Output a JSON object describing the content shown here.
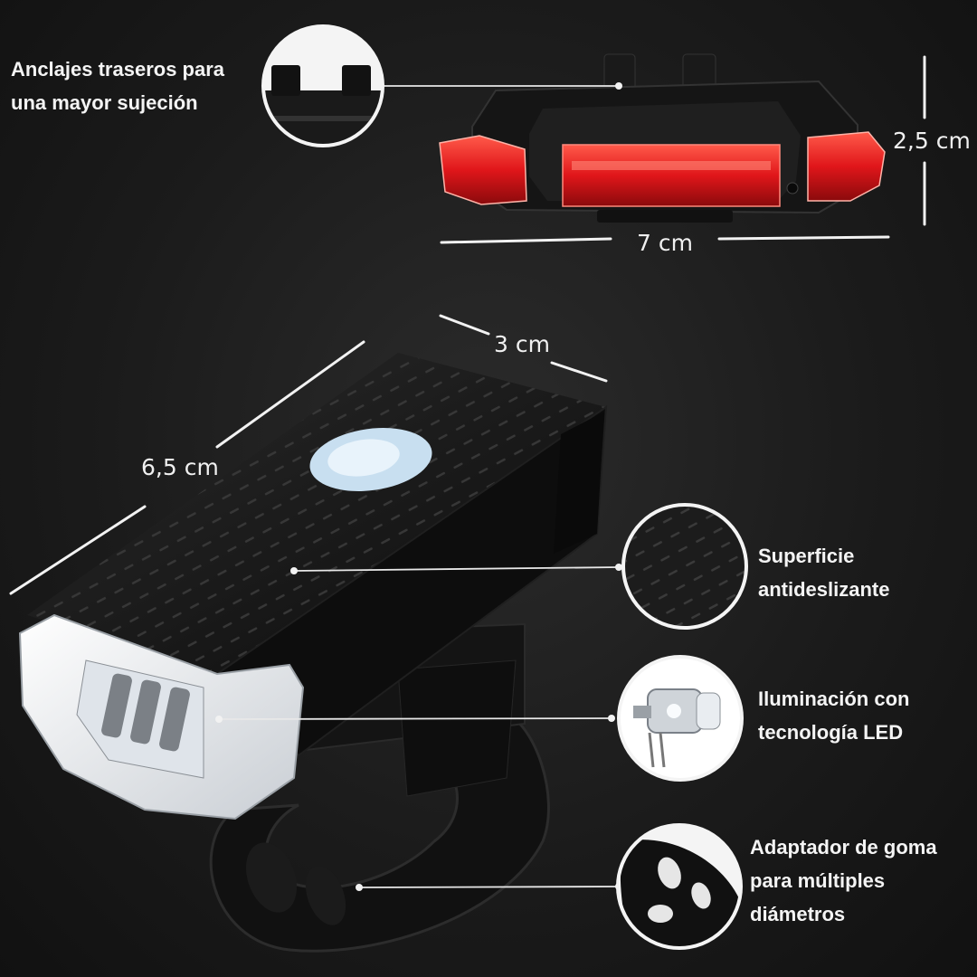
{
  "callouts": {
    "rear_anchors": {
      "line1": "Anclajes traseros para",
      "line2": "una mayor sujeción",
      "icon": "rear-anchor-clips-icon"
    },
    "anti_slip": {
      "line1": "Superficie",
      "line2": "antideslizante",
      "icon": "textured-surface-icon"
    },
    "led": {
      "line1": "Iluminación con",
      "line2": "tecnología LED",
      "icon": "led-bulb-icon"
    },
    "rubber_adapter": {
      "line1": "Adaptador de goma",
      "line2": "para múltiples",
      "line3": "diámetros",
      "icon": "rubber-strap-icon"
    }
  },
  "dimensions": {
    "rear_height": "2,5 cm",
    "rear_width": "7 cm",
    "front_width": "3 cm",
    "front_length": "6,5 cm"
  },
  "colors": {
    "background": "#1b1b1b",
    "rear_light_red": "#e0161a",
    "body_black": "#121212",
    "lens_white": "#f4f6f8",
    "text": "#f4f4f4"
  }
}
